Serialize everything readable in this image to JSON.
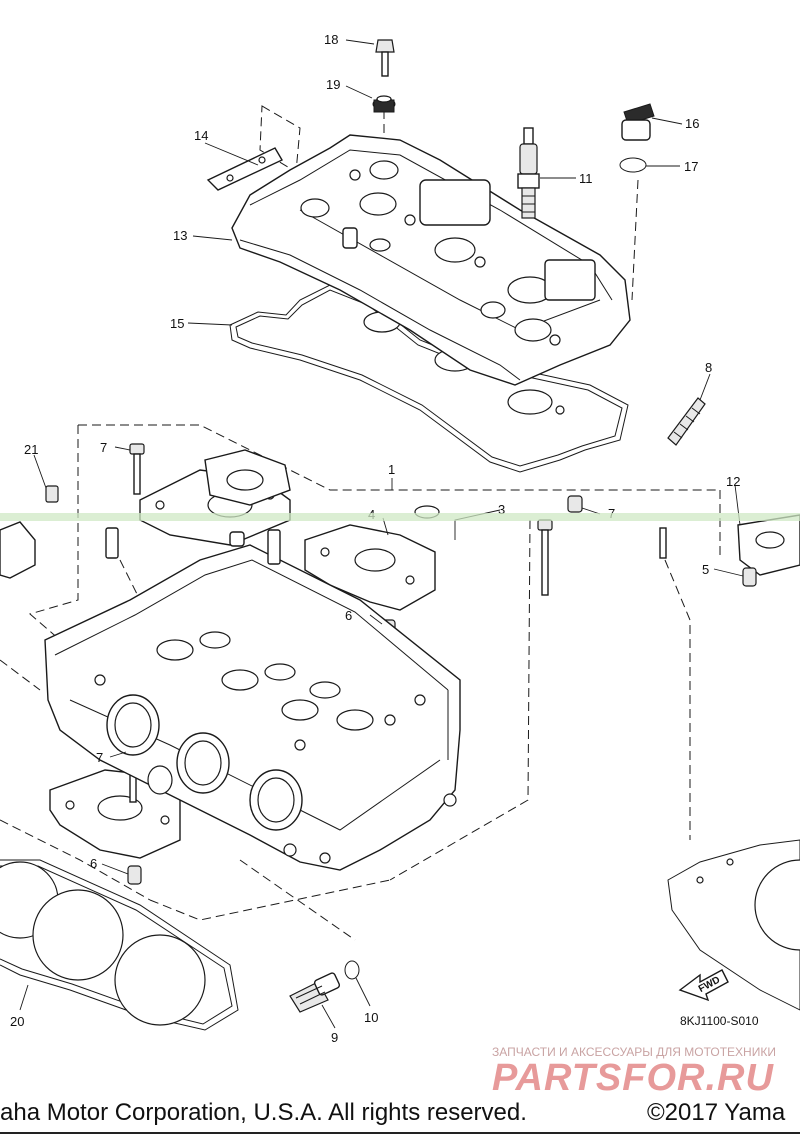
{
  "diagram_code": "8KJ1100-S010",
  "direction_label": "FWD",
  "watermark": {
    "subtitle": "ЗАПЧАСТИ И АКСЕССУАРЫ ДЛЯ МОТОТЕХНИКИ",
    "brand": "PARTSFOR.RU"
  },
  "footer": {
    "left": "aha Motor Corporation, U.S.A. All rights reserved.",
    "right": "©2017 Yama"
  },
  "callouts": [
    {
      "id": "c1",
      "label": "1"
    },
    {
      "id": "c3",
      "label": "3"
    },
    {
      "id": "c4",
      "label": "4"
    },
    {
      "id": "c5",
      "label": "5"
    },
    {
      "id": "c6a",
      "label": "6"
    },
    {
      "id": "c6b",
      "label": "6"
    },
    {
      "id": "c7a",
      "label": "7"
    },
    {
      "id": "c7b",
      "label": "7"
    },
    {
      "id": "c7c",
      "label": "7"
    },
    {
      "id": "c8",
      "label": "8"
    },
    {
      "id": "c9",
      "label": "9"
    },
    {
      "id": "c10",
      "label": "10"
    },
    {
      "id": "c11",
      "label": "11"
    },
    {
      "id": "c12",
      "label": "12"
    },
    {
      "id": "c13",
      "label": "13"
    },
    {
      "id": "c14",
      "label": "14"
    },
    {
      "id": "c15",
      "label": "15"
    },
    {
      "id": "c16",
      "label": "16"
    },
    {
      "id": "c17",
      "label": "17"
    },
    {
      "id": "c18",
      "label": "18"
    },
    {
      "id": "c19",
      "label": "19"
    },
    {
      "id": "c20",
      "label": "20"
    },
    {
      "id": "c21",
      "label": "21"
    }
  ]
}
